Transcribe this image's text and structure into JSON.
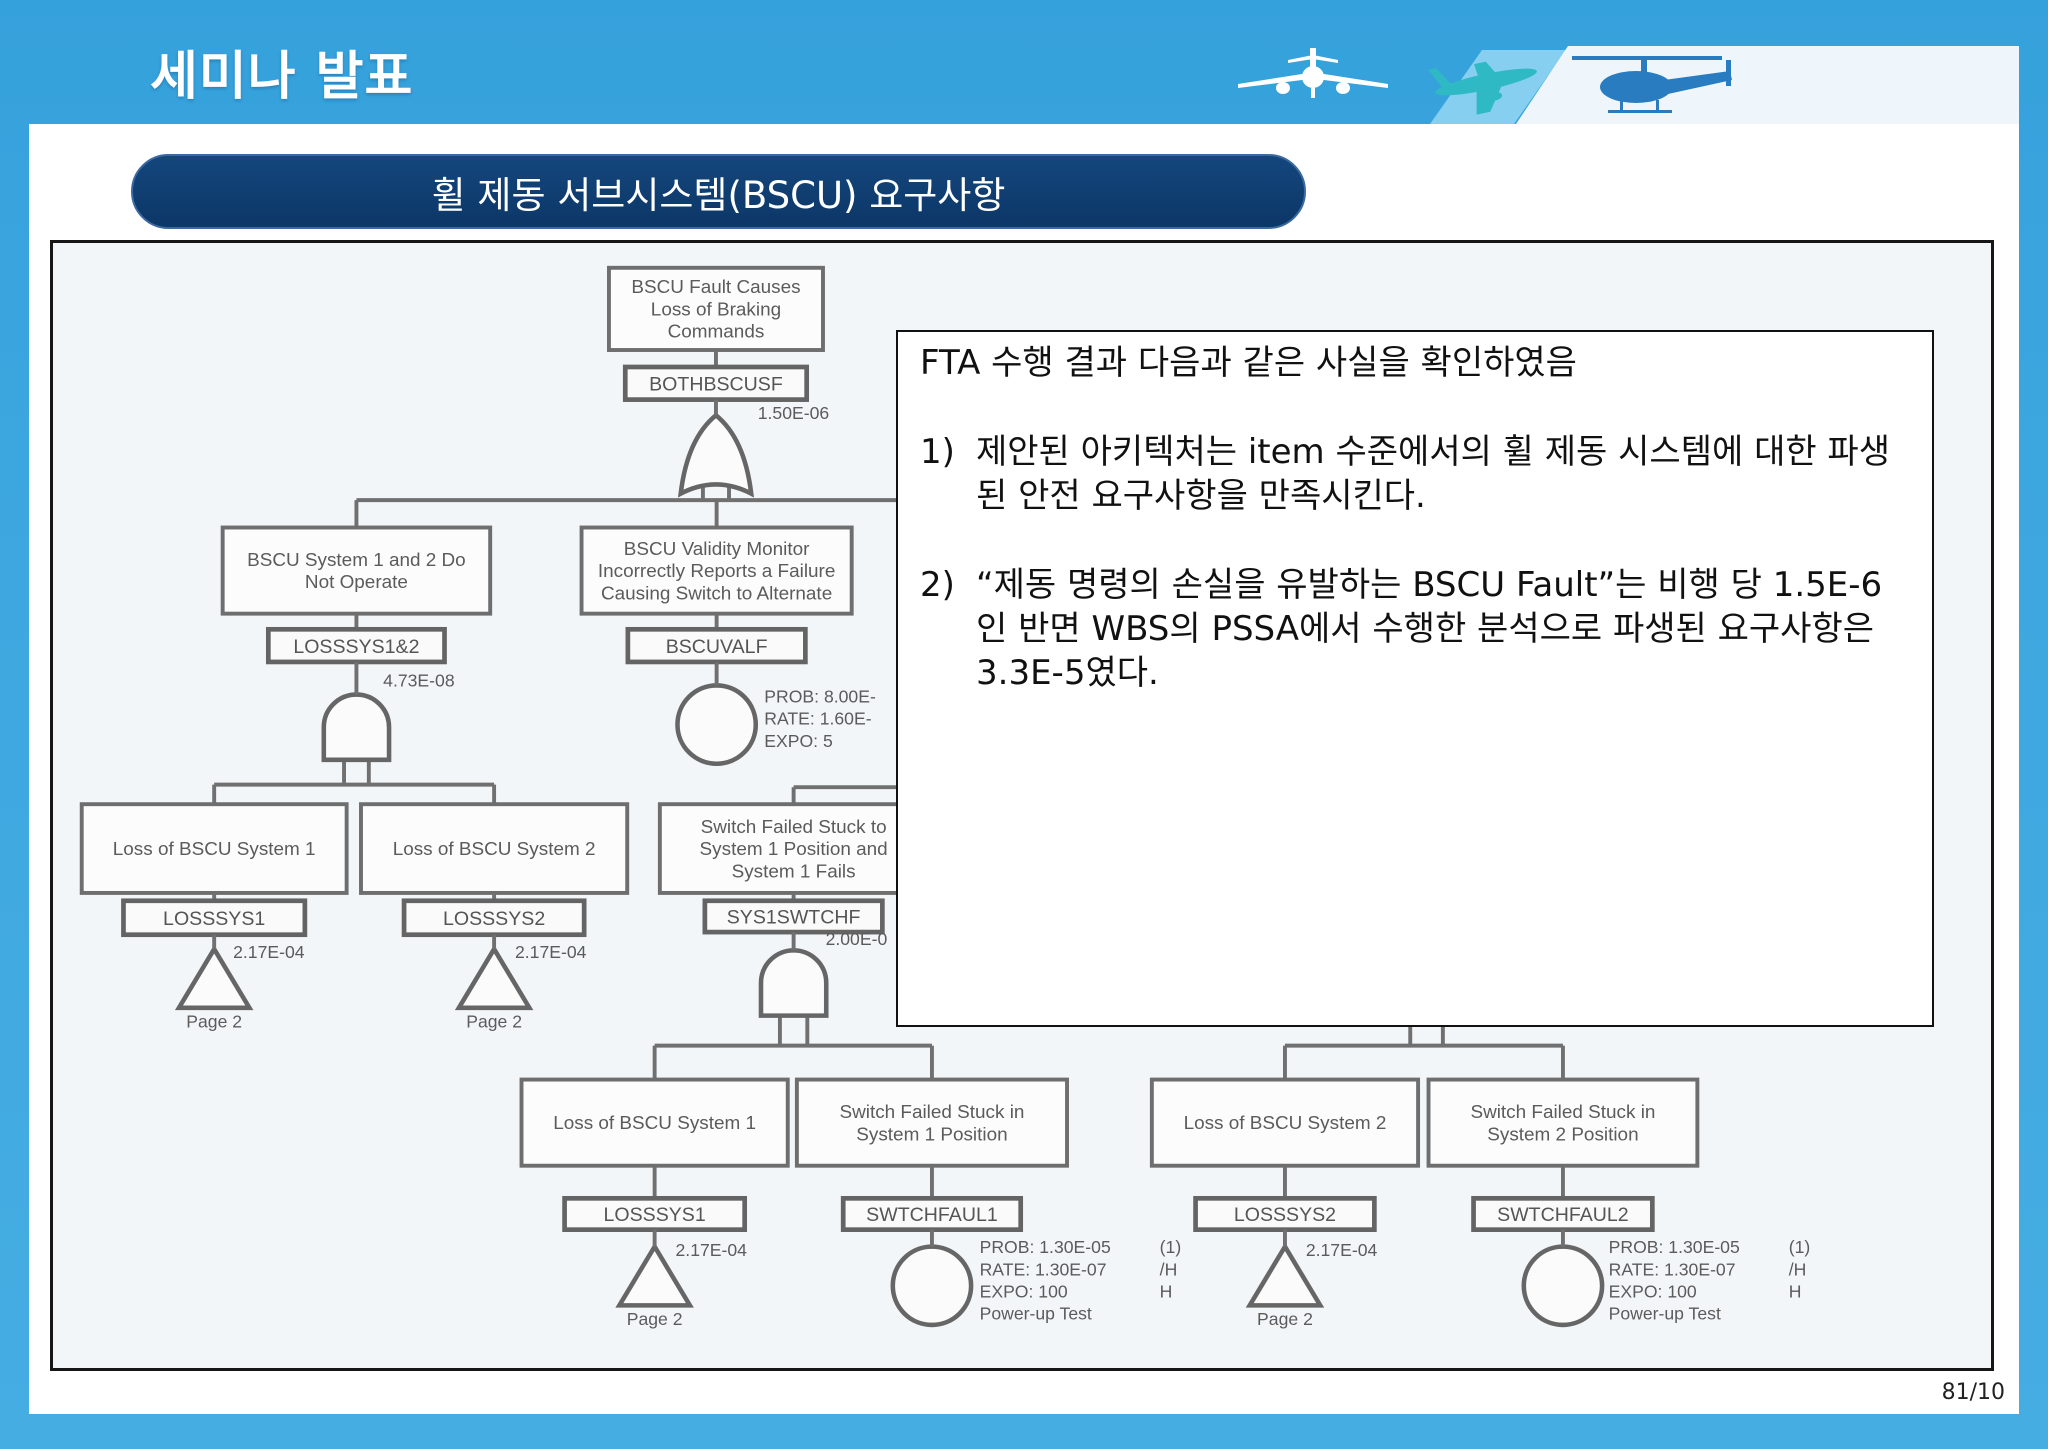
{
  "header": {
    "title": "세미나 발표"
  },
  "section_title": "휠 제동 서브시스템(BSCU) 요구사항",
  "fault_tree": {
    "top": {
      "gate_icon": "or-gate-icon",
      "lines": [
        "BSCU Fault Causes",
        "Loss of Braking",
        "Commands"
      ],
      "id": "BOTHBSCUSF",
      "prob": "1.50E-06"
    },
    "sys12": {
      "gate_icon": "and-gate-icon",
      "lines": [
        "BSCU System 1 and 2 Do",
        "Not Operate"
      ],
      "id": "LOSSSYS1&2",
      "prob": "4.73E-08"
    },
    "valf": {
      "symbol_icon": "basic-event-circle-icon",
      "lines": [
        "BSCU Validity Monitor",
        "Incorrectly Reports a Failure",
        "Causing Switch to Alternate"
      ],
      "id": "BSCUVALF",
      "details": [
        "PROB: 8.00E-",
        "RATE: 1.60E-",
        "EXPO: 5"
      ]
    },
    "loss1a": {
      "symbol_icon": "transfer-triangle-icon",
      "lines": [
        "Loss of BSCU System 1"
      ],
      "id": "LOSSSYS1",
      "prob": "2.17E-04",
      "transfer": "Page 2"
    },
    "loss2a": {
      "symbol_icon": "transfer-triangle-icon",
      "lines": [
        "Loss of BSCU System 2"
      ],
      "id": "LOSSSYS2",
      "prob": "2.17E-04",
      "transfer": "Page 2"
    },
    "swf": {
      "gate_icon": "and-gate-icon",
      "lines": [
        "Switch Failed Stuck to",
        "System 1 Position and",
        "System 1 Fails"
      ],
      "id": "SYS1SWTCHF",
      "prob": "2.00E-0"
    },
    "loss1b": {
      "symbol_icon": "transfer-triangle-icon",
      "lines": [
        "Loss of BSCU System 1"
      ],
      "id": "LOSSSYS1",
      "prob": "2.17E-04",
      "transfer": "Page 2"
    },
    "swt1": {
      "symbol_icon": "basic-event-circle-icon",
      "lines": [
        "Switch Failed Stuck in",
        "System 1 Position"
      ],
      "id": "SWTCHFAUL1",
      "details": [
        "PROB: 1.30E-05",
        "RATE: 1.30E-07",
        "EXPO: 100",
        "Power-up Test"
      ],
      "units": [
        "(1)",
        "/H",
        "H"
      ]
    },
    "loss2b": {
      "symbol_icon": "transfer-triangle-icon",
      "lines": [
        "Loss of BSCU System 2"
      ],
      "id": "LOSSSYS2",
      "prob": "2.17E-04",
      "transfer": "Page 2"
    },
    "swt2": {
      "symbol_icon": "basic-event-circle-icon",
      "lines": [
        "Switch Failed Stuck in",
        "System 2 Position"
      ],
      "id": "SWTCHFAUL2",
      "details": [
        "PROB: 1.30E-05",
        "RATE: 1.30E-07",
        "EXPO: 100",
        "Power-up Test"
      ],
      "units": [
        "(1)",
        "/H",
        "H"
      ]
    }
  },
  "findings": {
    "heading": "FTA 수행 결과 다음과 같은 사실을 확인하였음",
    "items": [
      {
        "num": "1)",
        "text": "제안된 아키텍처는 item 수준에서의 휠 제동 시스템에 대한 파생된 안전 요구사항을 만족시킨다."
      },
      {
        "num": "2)",
        "text": "“제동 명령의 손실을 유발하는 BSCU Fault”는 비행 당 1.5E-6인 반면 WBS의 PSSA에서 수행한 분석으로 파생된 요구사항은 3.3E-5였다."
      }
    ]
  },
  "page_number": "81/10",
  "colors": {
    "frame_blue": "#3ea7df",
    "title_text": "#ffffff",
    "pill_navy": "#0c3767",
    "diagram_background": "#f3f6f9",
    "helicopter_blue": "#2a7cc0",
    "airliner_teal": "#2fb9c4"
  }
}
